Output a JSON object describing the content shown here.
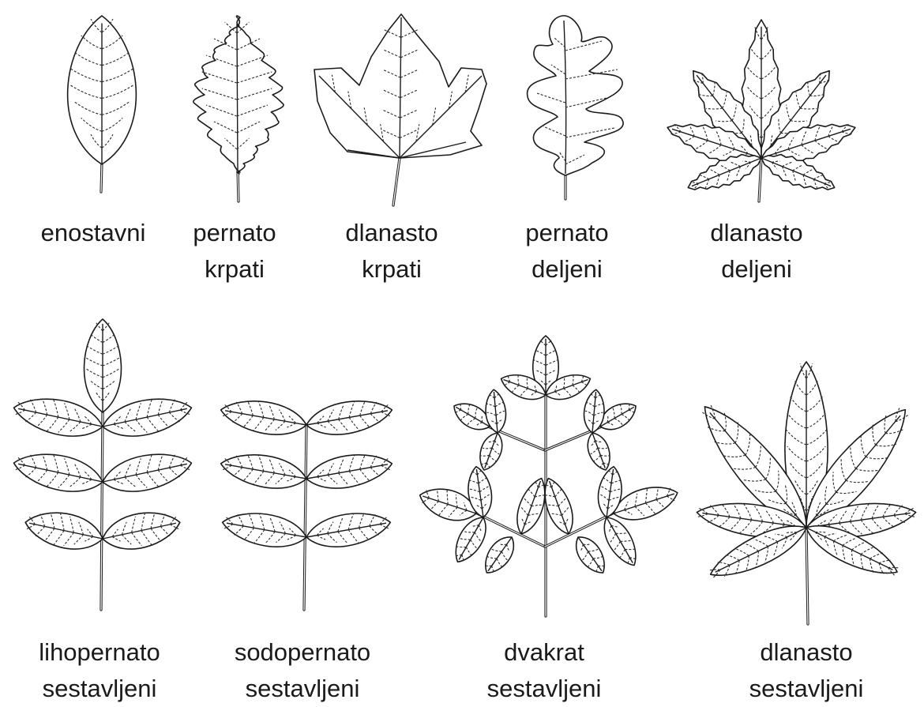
{
  "labels": [
    {
      "id": "enostavni",
      "lines": [
        "enostavni",
        ""
      ]
    },
    {
      "id": "pernato-krpati",
      "lines": [
        "pernato",
        "krpati"
      ]
    },
    {
      "id": "dlanasto-krpati",
      "lines": [
        "dlanasto",
        "krpati"
      ]
    },
    {
      "id": "pernato-deljeni",
      "lines": [
        "pernato",
        "deljeni"
      ]
    },
    {
      "id": "dlanasto-deljeni",
      "lines": [
        "dlanasto",
        "deljeni"
      ]
    },
    {
      "id": "lihopernato-sestavljeni",
      "lines": [
        "lihopernato",
        "sestavljeni"
      ]
    },
    {
      "id": "sodopernato-sestavljeni",
      "lines": [
        "sodopernato",
        "sestavljeni"
      ]
    },
    {
      "id": "dvakrat-sestavljeni",
      "lines": [
        "dvakrat",
        "sestavljeni"
      ]
    },
    {
      "id": "dlanasto-sestavljeni",
      "lines": [
        "dlanasto",
        "sestavljeni"
      ]
    }
  ],
  "colors": {
    "line": "#1b1b1b",
    "text": "#1a1a1a",
    "background": "#ffffff"
  }
}
